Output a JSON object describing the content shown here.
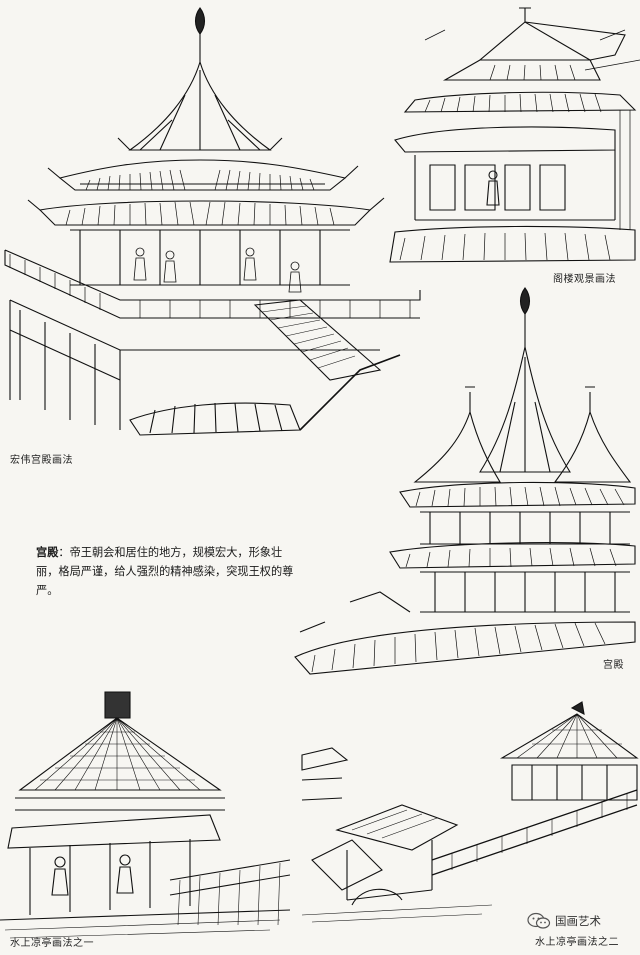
{
  "captions": {
    "palace_grand": "宏伟宫殿画法",
    "pavilion_view": "阁楼观景画法",
    "palace": "宫殿",
    "water_pavilion_1": "水上凉亭画法之一",
    "water_pavilion_2": "水上凉亭画法之二"
  },
  "description": {
    "term": "宫殿",
    "sep": "：",
    "text": "帝王朝会和居住的地方，规模宏大，形象壮丽，格局严谨，给人强烈的精神感染，突现王权的尊严。"
  },
  "watermark": {
    "text": "国画艺术",
    "icon": "wechat-icon"
  },
  "colors": {
    "paper": "#f7f6f2",
    "ink": "#111111"
  }
}
